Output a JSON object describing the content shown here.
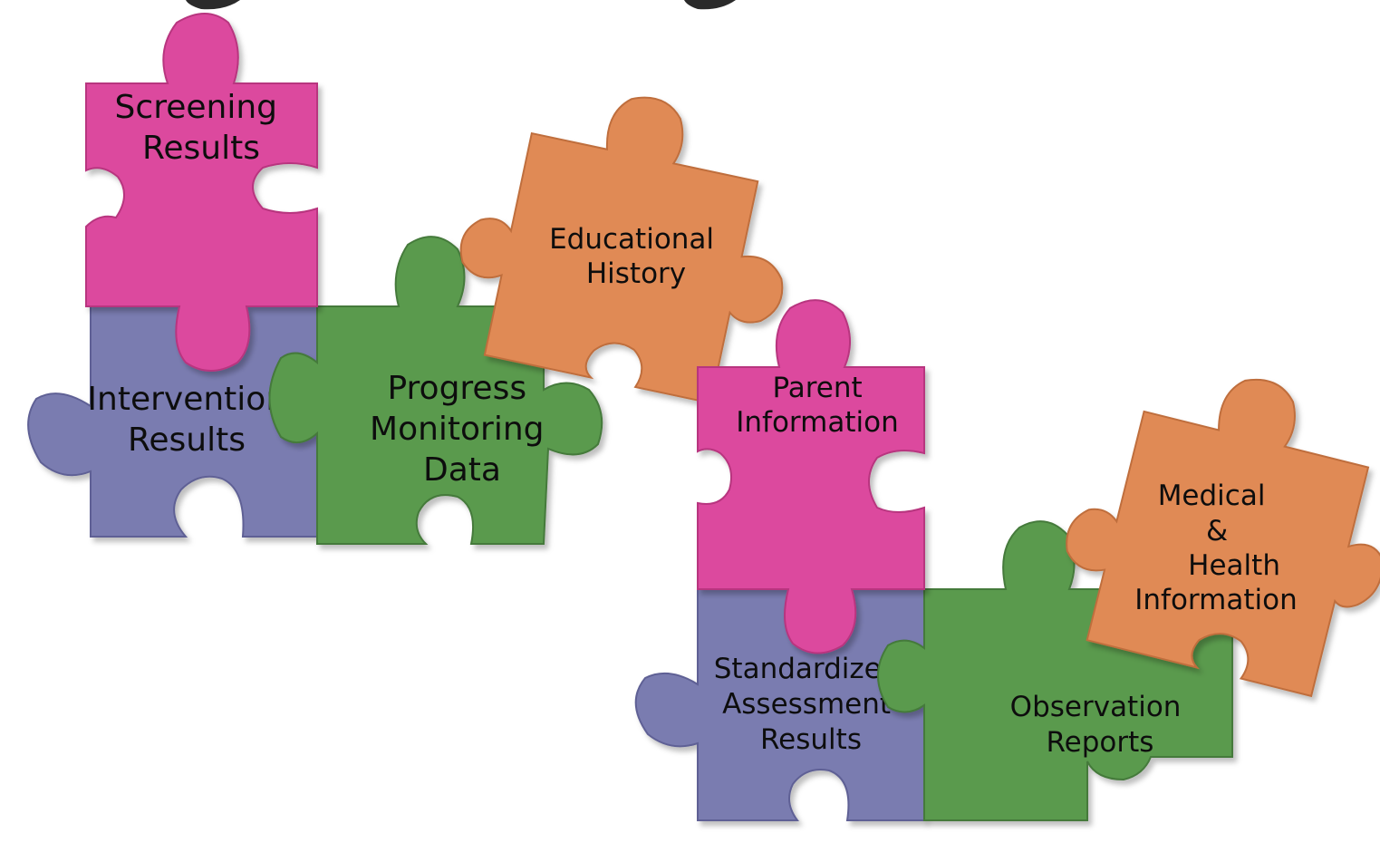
{
  "pieces": {
    "screening": {
      "lines": [
        "Screening",
        "Results"
      ],
      "color": "#dc4a9e"
    },
    "intervention": {
      "lines": [
        "Intervention",
        "Results"
      ],
      "color": "#7a7cb0"
    },
    "progress": {
      "lines": [
        "Progress",
        "Monitoring",
        "Data"
      ],
      "color": "#5a9a4e"
    },
    "educational": {
      "lines": [
        "Educational",
        "History"
      ],
      "color": "#e08a55"
    },
    "parent": {
      "lines": [
        "Parent",
        "Information"
      ],
      "color": "#dc4a9e"
    },
    "standardized": {
      "lines": [
        "Standardized",
        "Assessment",
        "Results"
      ],
      "color": "#7a7cb0"
    },
    "observation": {
      "lines": [
        "Observation",
        "Reports"
      ],
      "color": "#5a9a4e"
    },
    "medical": {
      "lines": [
        "Medical",
        "&",
        "Health",
        "Information"
      ],
      "color": "#e08a55"
    }
  },
  "colors": {
    "pink": "#dc4a9e",
    "purple": "#7a7cb0",
    "green": "#5a9a4e",
    "orange": "#e08a55"
  }
}
